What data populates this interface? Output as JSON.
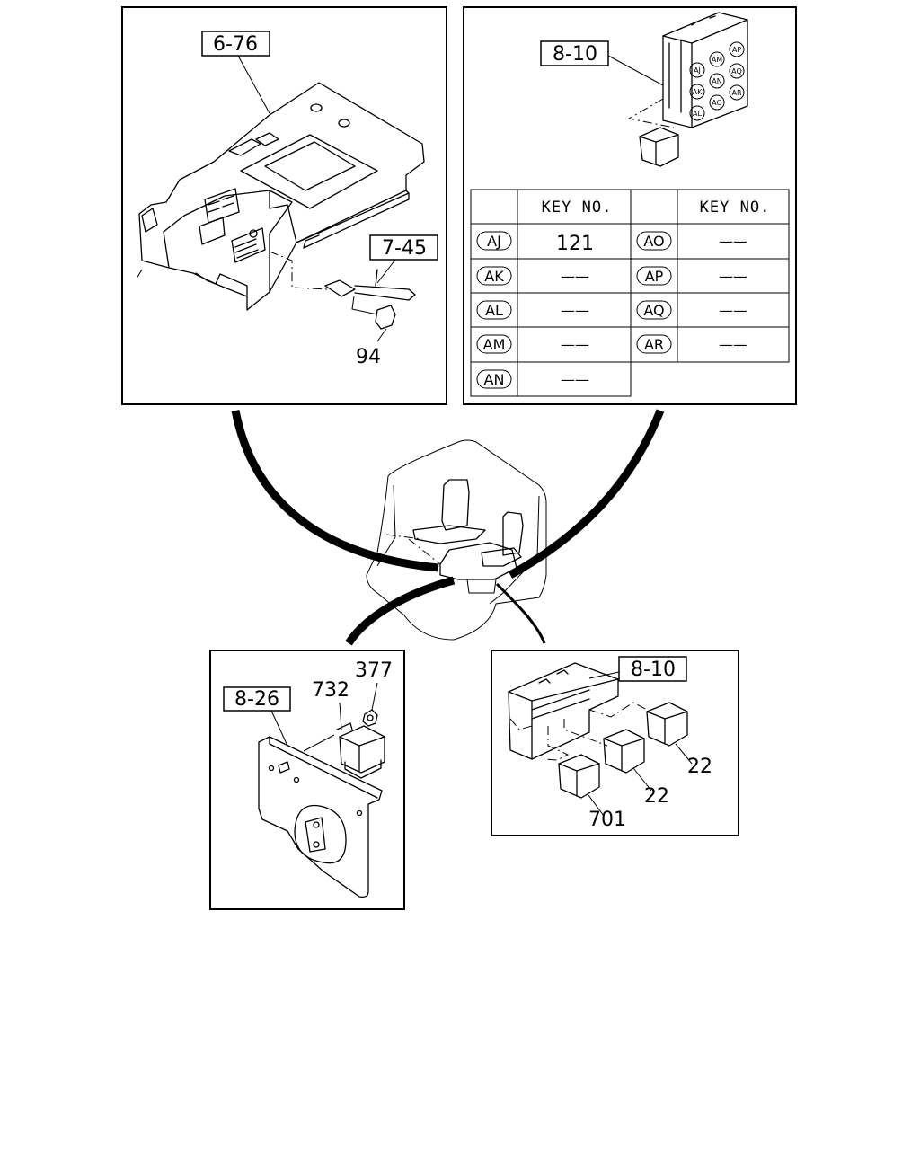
{
  "top_left_panel": {
    "ref_console": "6-76",
    "ref_cable": "7-45",
    "part_clip": "94"
  },
  "top_right_panel": {
    "ref_fuse_box": "8-10",
    "block_codes": [
      "AJ",
      "AM",
      "AP",
      "AK",
      "AN",
      "AQ",
      "AL",
      "AO",
      "AR"
    ],
    "table": {
      "header_left": "KEY NO.",
      "header_right": "KEY NO.",
      "rows": [
        {
          "left_code": "AJ",
          "left_value": "121",
          "right_code": "AO",
          "right_value": "——"
        },
        {
          "left_code": "AK",
          "left_value": "——",
          "right_code": "AP",
          "right_value": "——"
        },
        {
          "left_code": "AL",
          "left_value": "——",
          "right_code": "AQ",
          "right_value": "——"
        },
        {
          "left_code": "AM",
          "left_value": "——",
          "right_code": "AR",
          "right_value": "——"
        },
        {
          "left_code": "AN",
          "left_value": "——"
        }
      ]
    }
  },
  "bottom_left_panel": {
    "ref_bracket": "8-26",
    "part_relay": "732",
    "part_nut": "377"
  },
  "bottom_right_panel": {
    "ref_relay_block": "8-10",
    "part_relay_a": "22",
    "part_relay_b": "22",
    "part_relay_c": "701"
  }
}
